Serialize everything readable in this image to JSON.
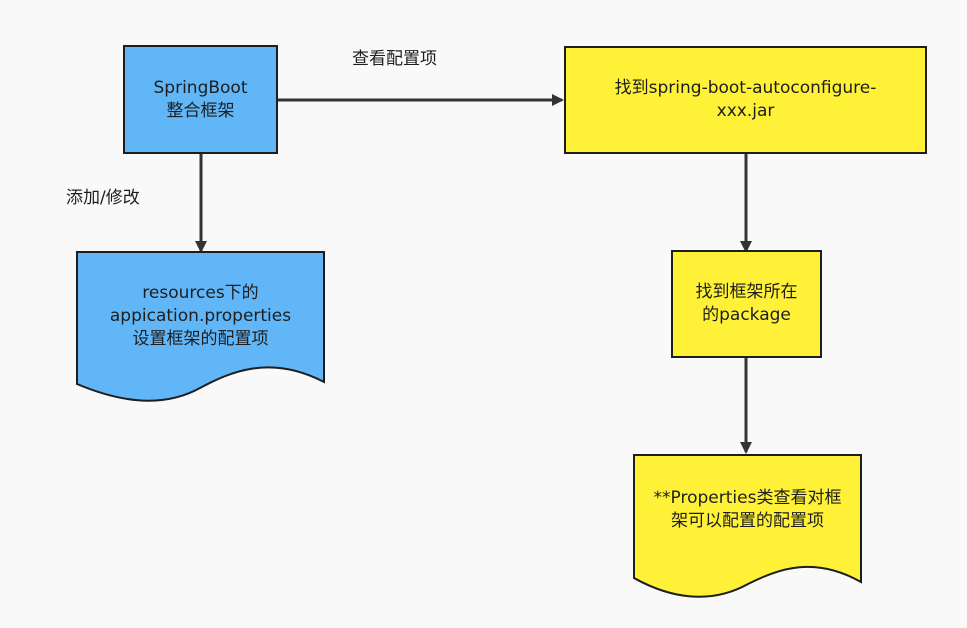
{
  "nodes": {
    "springboot": {
      "label": "SpringBoot\n整合框架",
      "color": "#61b6f7"
    },
    "resources": {
      "label": "resources下的\nappication.properties\n设置框架的配置项",
      "color": "#61b6f7"
    },
    "autoconfigure": {
      "label": "找到spring-boot-autoconfigure-\nxxx.jar",
      "color": "#fff138"
    },
    "package": {
      "label": "找到框架所在\n的package",
      "color": "#fff138"
    },
    "properties": {
      "label": "**Properties类查看对框\n架可以配置的配置项",
      "color": "#fff138"
    }
  },
  "edges": {
    "springboot_to_autoconfigure": {
      "label": "查看配置项"
    },
    "springboot_to_resources": {
      "label": "添加/修改"
    },
    "autoconfigure_to_package": {
      "label": ""
    },
    "package_to_properties": {
      "label": ""
    }
  },
  "colors": {
    "stroke": "#1e1e1e",
    "arrow": "#333333",
    "background": "#f9f9f9"
  }
}
